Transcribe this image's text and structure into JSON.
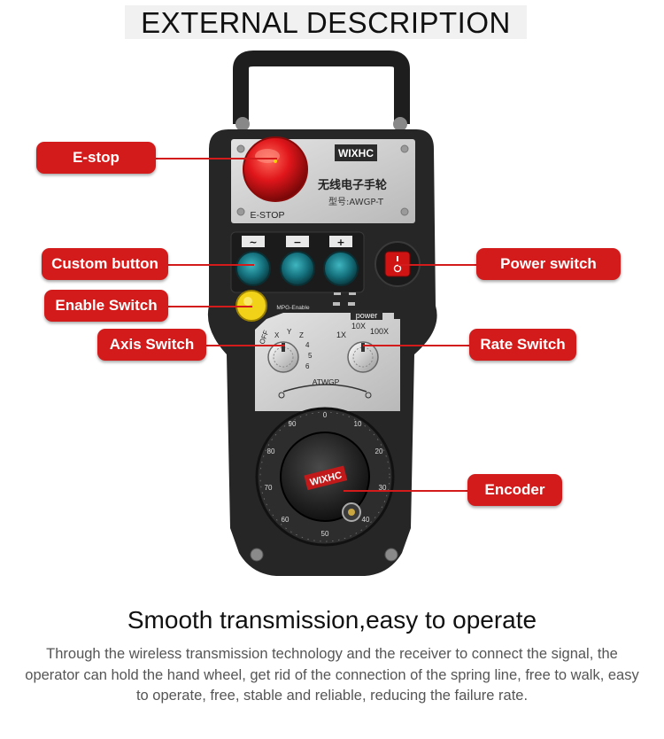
{
  "header": {
    "title": "EXTERNAL DESCRIPTION"
  },
  "device": {
    "brand_logo": "WIXHC",
    "chinese_name": "无线电子手轮",
    "model": "型号:AWGP-T",
    "estop_text": "E-STOP",
    "key_symbols": [
      "∼",
      "−",
      "+"
    ],
    "mpg_enable": "MPG-Enable",
    "power_text": "power",
    "axis_marks": [
      "OFF",
      "X",
      "Y",
      "Z",
      "4",
      "5",
      "6"
    ],
    "rate_marks": [
      "1X",
      "10X",
      "100X"
    ],
    "panel_name": "ATWGP",
    "dial_numbers": [
      "0",
      "10",
      "20",
      "30",
      "40",
      "50",
      "60",
      "70",
      "80",
      "90"
    ]
  },
  "callouts": [
    "E-stop",
    "Custom button",
    "Enable Switch",
    "Axis Switch",
    "Power switch",
    "Rate Switch",
    "Encoder"
  ],
  "footer": {
    "headline": "Smooth transmission,easy to operate",
    "description": "Through the wireless transmission technology and the receiver to connect the signal, the operator can hold the hand wheel, get rid of the connection of the spring line, free to walk, easy to operate, free, stable and reliable, reducing the failure rate."
  },
  "colors": {
    "accent": "#d31b1b",
    "estop": "#e0161b",
    "keys": "#14707c",
    "enable": "#f1d219",
    "body": "#262626"
  }
}
